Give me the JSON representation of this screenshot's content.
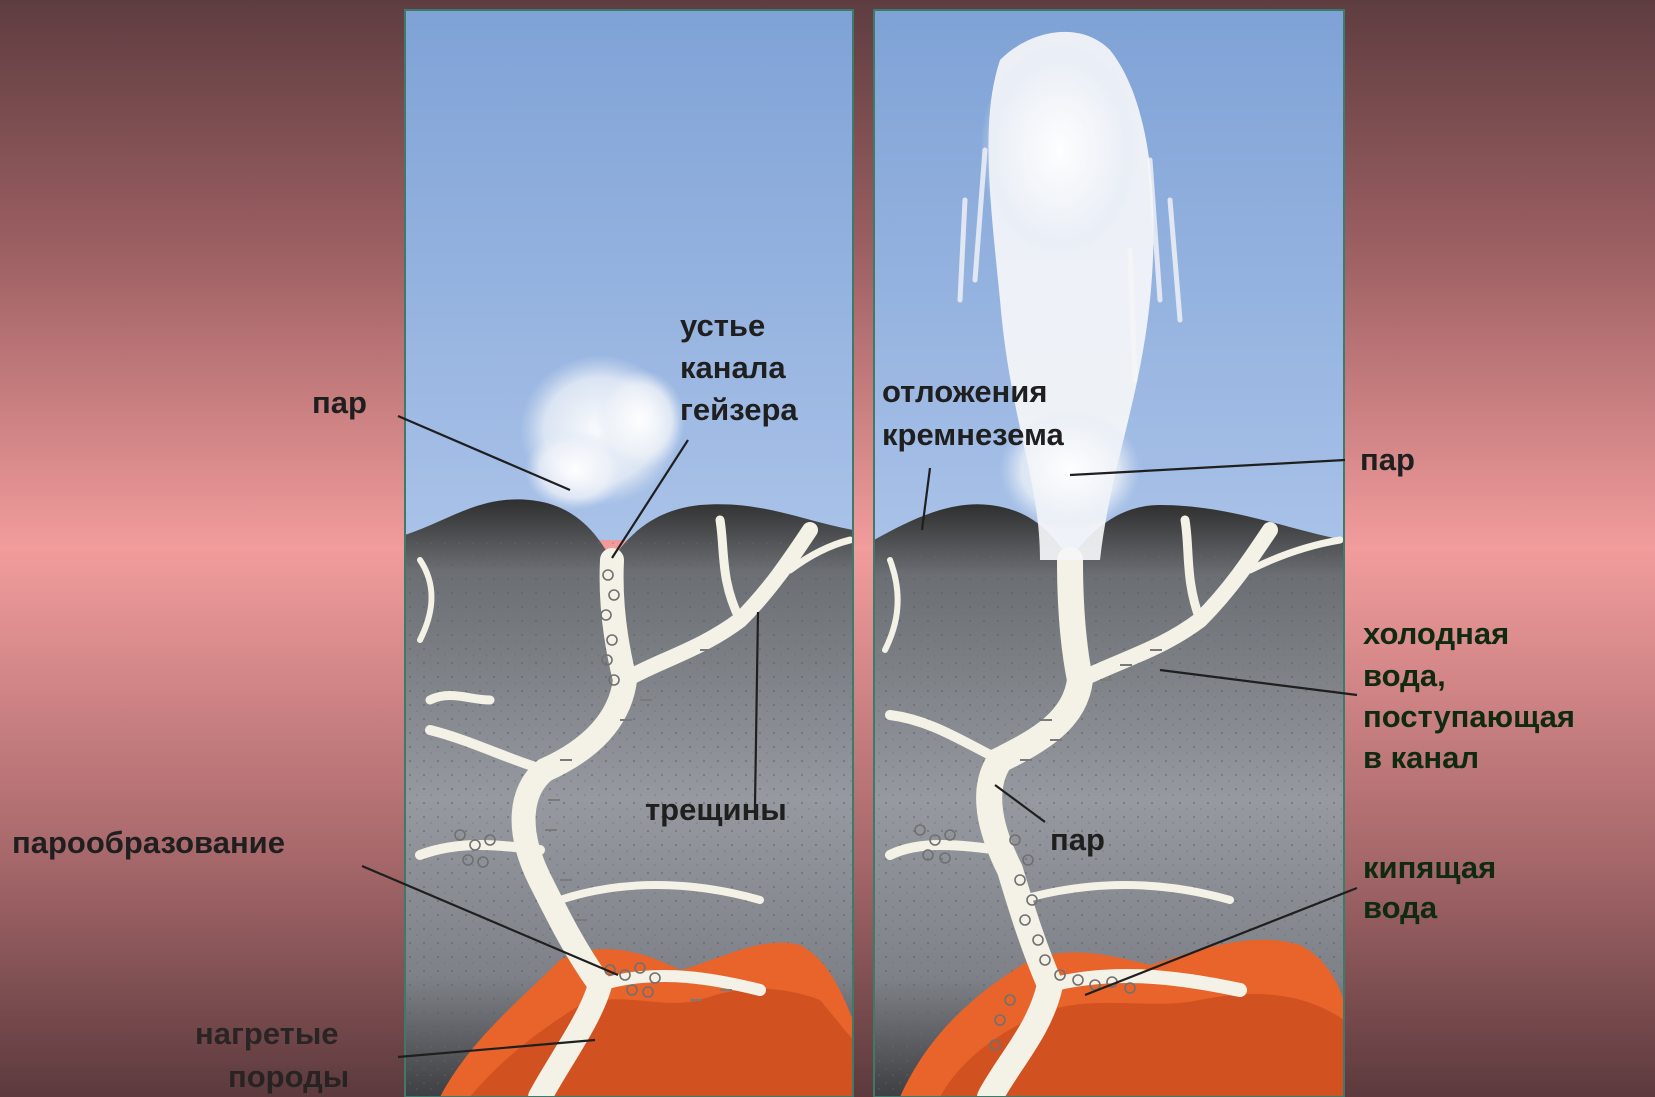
{
  "labels": {
    "left_steam": "пар",
    "vent_line1": "устье",
    "vent_line2": "канала",
    "vent_line3": "гейзера",
    "silica_line1": "отложения",
    "silica_line2": "кремнезема",
    "right_steam": "пар",
    "cracks": "трещины",
    "vaporization": "парообразование",
    "hot_rocks_line1": "нагретые",
    "hot_rocks_line2": "породы",
    "cold_water_line1": "холодная",
    "cold_water_line2": "вода,",
    "cold_water_line3": "поступающая",
    "cold_water_line4": "в канал",
    "channel_steam": "пар",
    "boiling_line1": "кипящая",
    "boiling_line2": "вода"
  },
  "colors": {
    "sky": "#8eb0e0",
    "ground": "#8c9097",
    "ground_top": "#3c3c3c",
    "water": "#f4f2e6",
    "magma": "#e8642a",
    "label_text": "#1f1f1f",
    "label_green": "#0f2a10"
  }
}
